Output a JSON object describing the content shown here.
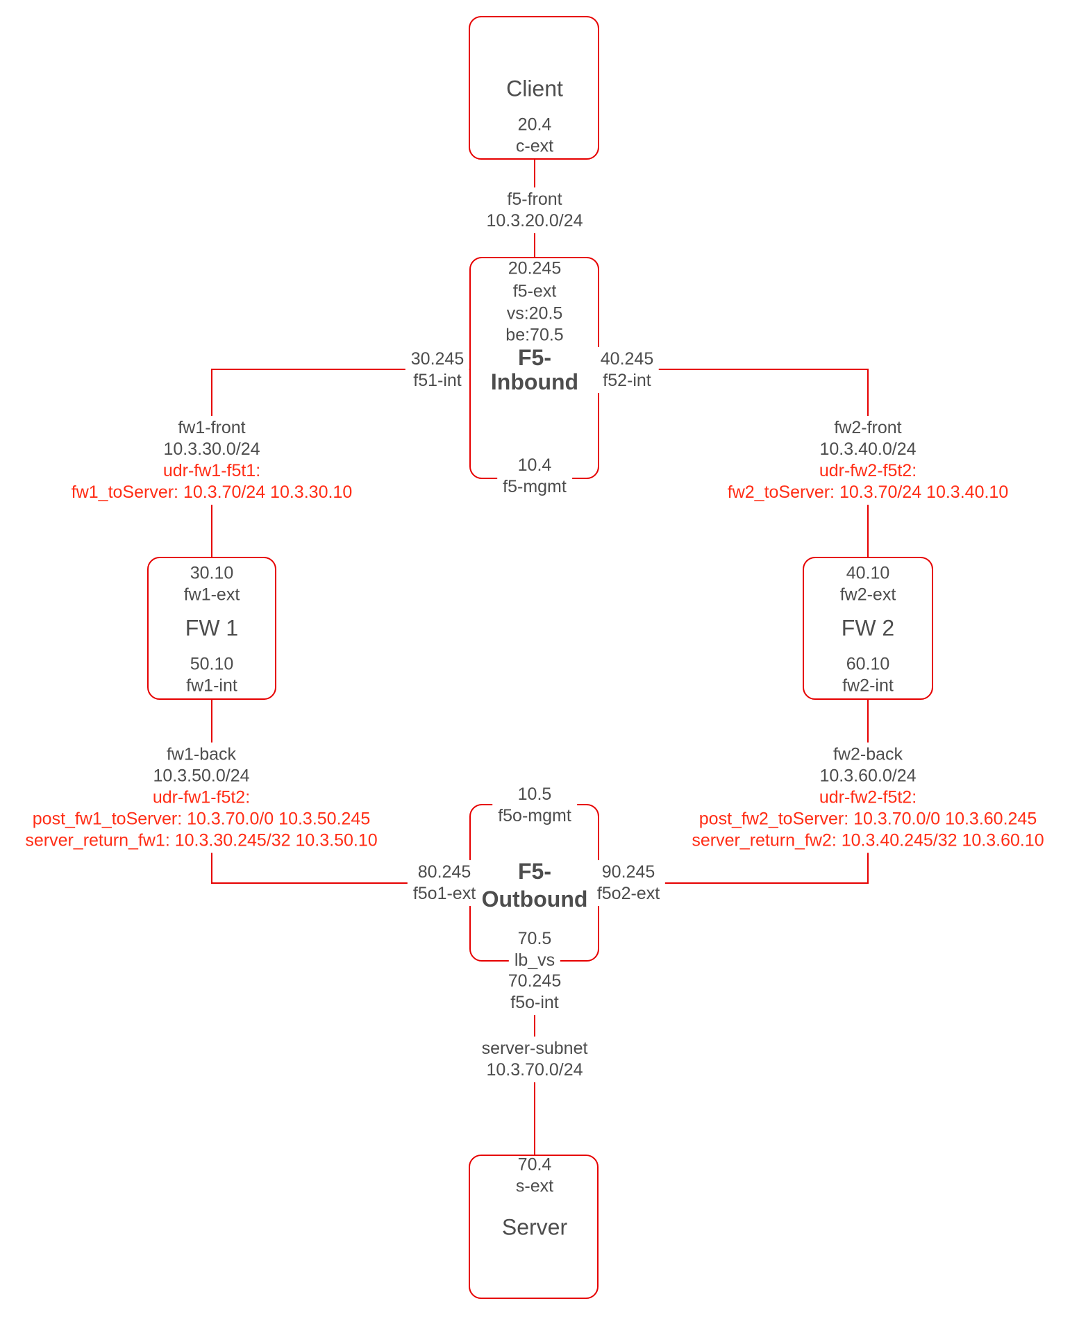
{
  "colors": {
    "connector": "#E60000",
    "red_text": "#FF2D16",
    "gray_text": "#4D4D4D",
    "background": "#FFFFFF"
  },
  "nodes": {
    "client": {
      "title": "Client",
      "ip": "20.4",
      "iface": "c-ext"
    },
    "f5_inbound": {
      "ext_ip": "20.245",
      "ext_iface": "f5-ext",
      "vs": "vs:20.5",
      "be": "be:70.5",
      "title_line1": "F5-",
      "title_line2": "Inbound",
      "mgmt_ip": "10.4",
      "mgmt_iface": "f5-mgmt",
      "left_port_ip": "30.245",
      "left_port_iface": "f51-int",
      "right_port_ip": "40.245",
      "right_port_iface": "f52-int"
    },
    "fw1": {
      "ext_ip": "30.10",
      "ext_iface": "fw1-ext",
      "title": "FW 1",
      "int_ip": "50.10",
      "int_iface": "fw1-int"
    },
    "fw2": {
      "ext_ip": "40.10",
      "ext_iface": "fw2-ext",
      "title": "FW 2",
      "int_ip": "60.10",
      "int_iface": "fw2-int"
    },
    "f5_outbound": {
      "mgmt_ip": "10.5",
      "mgmt_iface": "f5o-mgmt",
      "title_line1": "F5-",
      "title_line2": "Outbound",
      "vs_ip": "70.5",
      "vs_name": "lb_vs",
      "int_ip": "70.245",
      "int_iface": "f5o-int",
      "left_port_ip": "80.245",
      "left_port_iface": "f5o1-ext",
      "right_port_ip": "90.245",
      "right_port_iface": "f5o2-ext"
    },
    "server": {
      "ip": "70.4",
      "iface": "s-ext",
      "title": "Server"
    }
  },
  "links": {
    "client_to_f5": {
      "name": "f5-front",
      "subnet": "10.3.20.0/24"
    },
    "f5_to_fw1": {
      "name": "fw1-front",
      "subnet": "10.3.30.0/24",
      "udr": "udr-fw1-f5t1:",
      "routes": [
        "fw1_toServer: 10.3.70/24 10.3.30.10"
      ]
    },
    "f5_to_fw2": {
      "name": "fw2-front",
      "subnet": "10.3.40.0/24",
      "udr": "udr-fw2-f5t2:",
      "routes": [
        "fw2_toServer: 10.3.70/24 10.3.40.10"
      ]
    },
    "fw1_to_f5o": {
      "name": "fw1-back",
      "subnet": "10.3.50.0/24",
      "udr": "udr-fw1-f5t2:",
      "routes": [
        "post_fw1_toServer: 10.3.70.0/0 10.3.50.245",
        "server_return_fw1: 10.3.30.245/32 10.3.50.10"
      ]
    },
    "fw2_to_f5o": {
      "name": "fw2-back",
      "subnet": "10.3.60.0/24",
      "udr": "udr-fw2-f5t2:",
      "routes": [
        "post_fw2_toServer: 10.3.70.0/0 10.3.60.245",
        "server_return_fw2: 10.3.40.245/32 10.3.60.10"
      ]
    },
    "f5o_to_server": {
      "name": "server-subnet",
      "subnet": "10.3.70.0/24"
    }
  }
}
